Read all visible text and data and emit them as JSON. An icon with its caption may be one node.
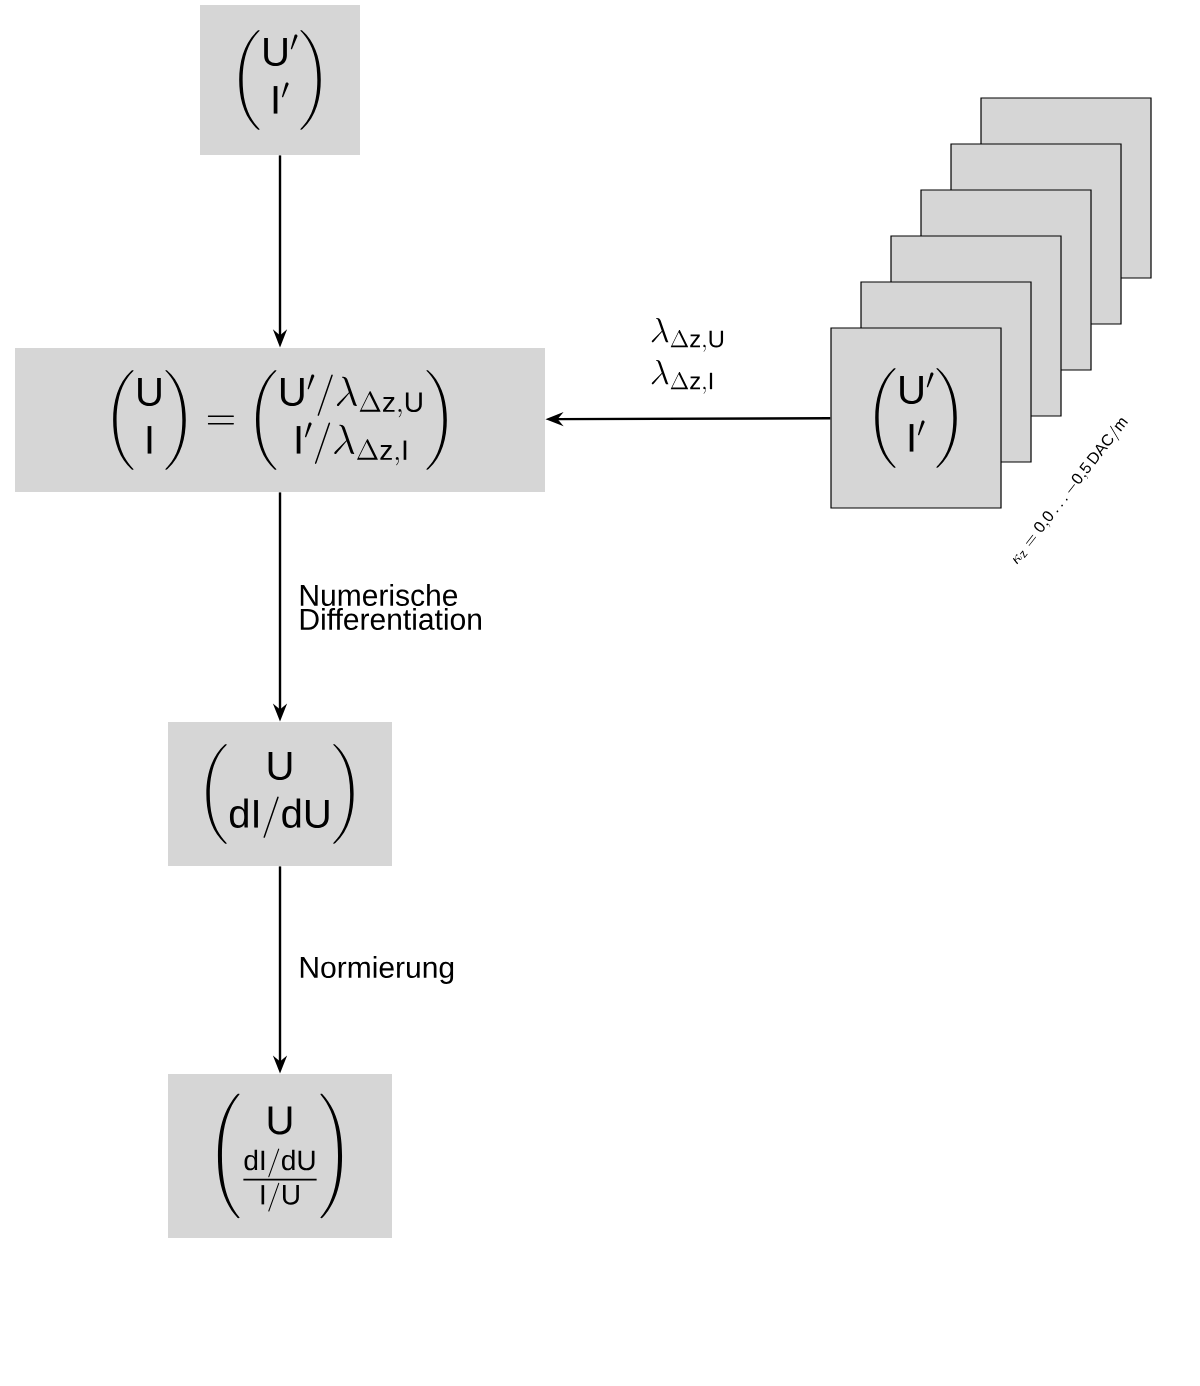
{
  "diagram": {
    "nodes": [
      {
        "text": [
          "\\begin{pmatrix}\\mathsf{U}'\\\\\\mathsf{I}'\\end{pmatrix}"
        ]
      },
      {
        "text": [
          "\\begin{pmatrix}\\mathsf{U}\\\\\\mathsf{I}\\end{pmatrix}=\\begin{pmatrix}\\mathsf{U}'/\\lambda_{\\Delta\\mathsf{z,U}}\\\\\\mathsf{I}'/\\lambda_{\\Delta\\mathsf{z,I}}\\end{pmatrix}"
        ]
      },
      {
        "text": [],
        "shape": "box"
      },
      {
        "text": [],
        "shape": "box"
      },
      {
        "text": [],
        "shape": "box"
      },
      {
        "text": [],
        "shape": "box"
      },
      {
        "text": [],
        "shape": "box"
      },
      {
        "text": [
          "\\begin{pmatrix}\\mathsf{U}'\\\\\\mathsf{I}'\\end{pmatrix}"
        ]
      },
      {
        "text": [
          "\\begin{pmatrix}\\mathsf{U}\\\\\\mathsf{dI/dU}\\end{pmatrix}"
        ]
      },
      {
        "text": [
          "\\begin{pmatrix}\\mathsf{U}\\\\\\frac{\\mathsf{dI/dU}}{\\mathsf{I/U}}\\end{pmatrix}"
        ]
      }
    ],
    "edges": [
      {
        "from": 0,
        "to": 1,
        "arrow": "to"
      },
      {
        "from": 7,
        "to": 1,
        "arrow": "to",
        "label": "\\begin{array}{l}\\lambda_{\\Delta\\mathsf{z,U}}\\\\\\lambda_{\\Delta\\mathsf{z,I}}\\end{array}"
      },
      {
        "from": 1,
        "to": 8,
        "arrow": "to",
        "label": "Numerische Differentiation"
      },
      {
        "from": 8,
        "to": 9,
        "arrow": "to",
        "label": "Normierung"
      }
    ],
    "labels": [
      "\\kappa_{\\mathsf{z}}=\\mathsf{0{,}0}\\ldots\\mathsf{-0{,}5\\,DAC/m}"
    ]
  }
}
